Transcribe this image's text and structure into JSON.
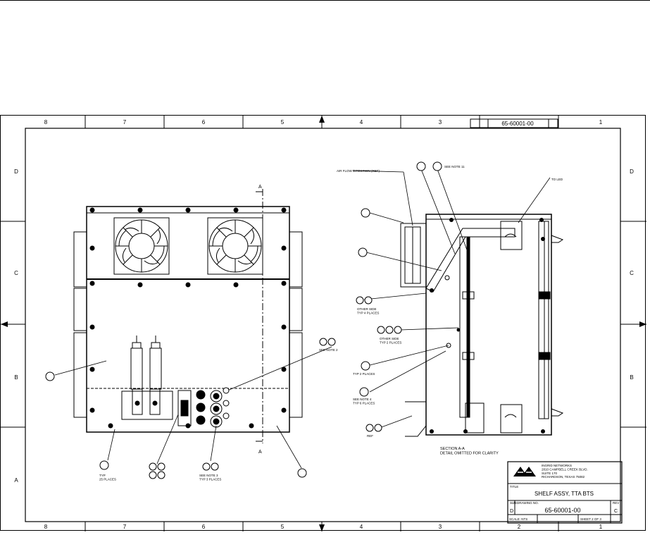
{
  "zone_cols": [
    "8",
    "7",
    "6",
    "5",
    "4",
    "3",
    "2",
    "1"
  ],
  "zone_rows": [
    "D",
    "C",
    "B",
    "A"
  ],
  "drawing_number_top": "65-60001-00",
  "labels": {
    "air_flow": "AIR FLOW DIRECTION (REF)",
    "see_note_11": "SEE NOTE 11",
    "to_led": "TO LED",
    "other_side_4": "OTHER SIDE\nTYP 4 PLACES",
    "other_side_2": "OTHER SIDE\nTYP 2 PLACES",
    "typ2": "TYP 2 PLACES",
    "see_note_4": "SEE NOTE 4\nTYP 6 PLACES",
    "section_caption": "SECTION A-A\nDETAIL OMITTED FOR CLARITY",
    "see_note_2": "SEE NOTE 2",
    "see_note_3": "SEE NOTE 3\nTYP 3 PLACES",
    "typ_25": "TYP\n25 PLACES",
    "ref": "REF",
    "section_marker": "A"
  },
  "title_block": {
    "company": "INGRID NETWORKS\n2810 CAMPBELL CREEK BLVD.\nSUITE 170\nRICHARDSON, TEXAS 75082",
    "title_label": "TITLE",
    "title": "SHELF ASSY, TTA BTS",
    "size_label": "SIZE",
    "dwg_label": "DRAWING NO.",
    "rev_label": "REV",
    "size": "D",
    "drawing_number": "65-60001-00",
    "rev": "C",
    "scale": "SCALE: NTS",
    "sheet": "SHEET 2 OF 3"
  }
}
